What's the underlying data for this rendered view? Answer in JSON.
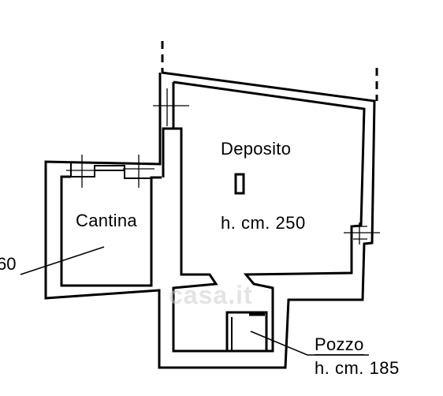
{
  "rooms": {
    "deposito": {
      "name": "Deposito",
      "height": "h. cm. 250"
    },
    "cantina": {
      "name": "Cantina"
    },
    "pozzo": {
      "name": "Pozzo",
      "height": "h. cm. 185"
    }
  },
  "cut_label": "60",
  "watermark": "casa.it",
  "colors": {
    "ink": "#000000",
    "paper": "#ffffff"
  }
}
